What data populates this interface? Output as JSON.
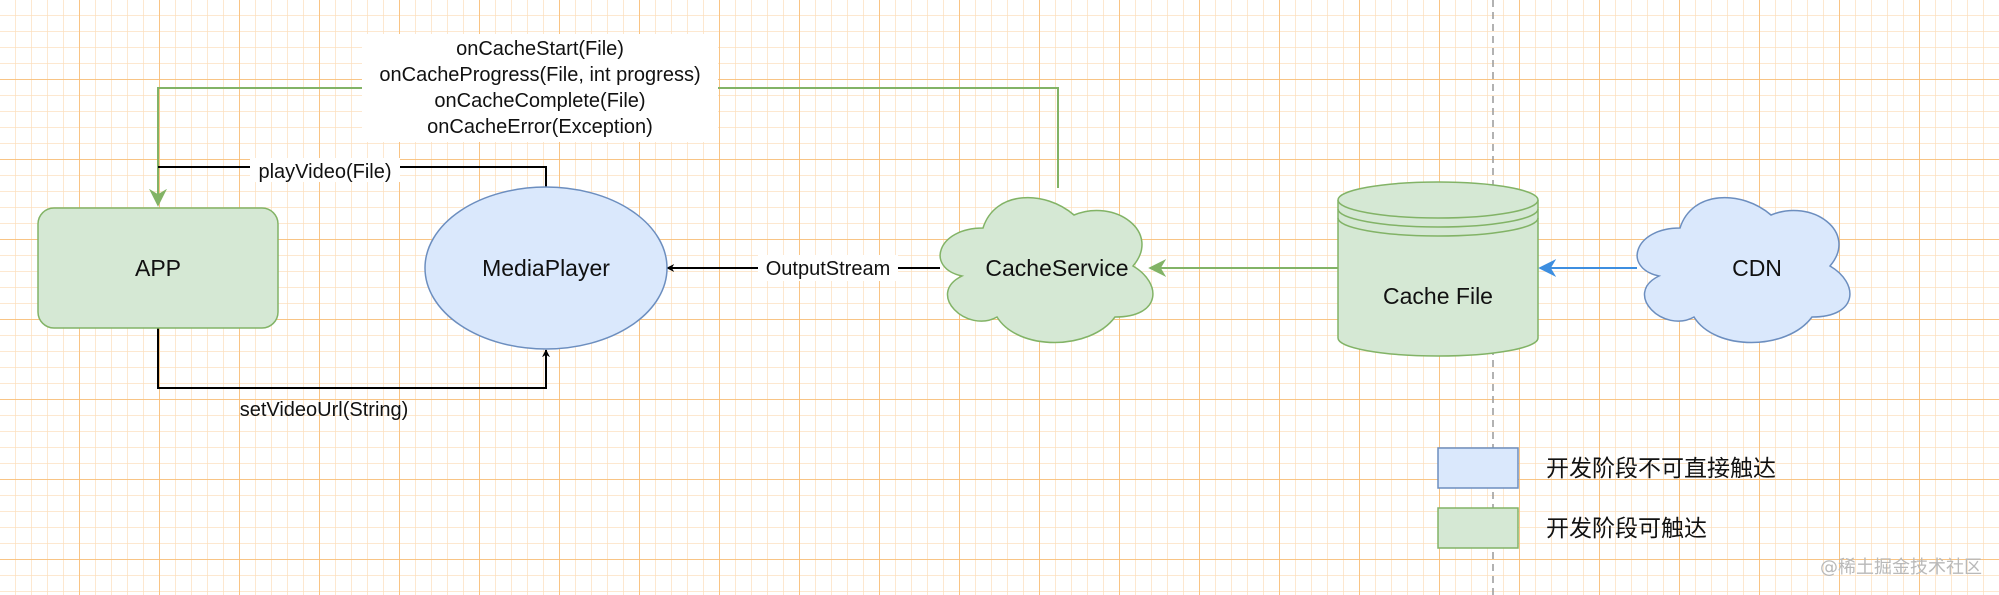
{
  "nodes": {
    "app": "APP",
    "media_player": "MediaPlayer",
    "cache_service": "CacheService",
    "cache_file": "Cache File",
    "cdn": "CDN"
  },
  "edges": {
    "set_video_url": "setVideoUrl(String)",
    "play_video": "playVideo(File)",
    "output_stream": "OutputStream",
    "callbacks": [
      "onCacheStart(File)",
      "onCacheProgress(File, int progress)",
      "onCacheComplete(File)",
      "onCacheError(Exception)"
    ]
  },
  "legend": {
    "blue": "开发阶段不可直接触达",
    "green": "开发阶段可触达"
  },
  "watermark": "@稀土掘金技术社区",
  "colors": {
    "green_fill": "#d5e8d4",
    "green_stroke": "#82b366",
    "blue_fill": "#dae8fc",
    "blue_stroke": "#6c8ebf",
    "black_arrow": "#000000",
    "blue_arrow": "#3d8ee0"
  }
}
